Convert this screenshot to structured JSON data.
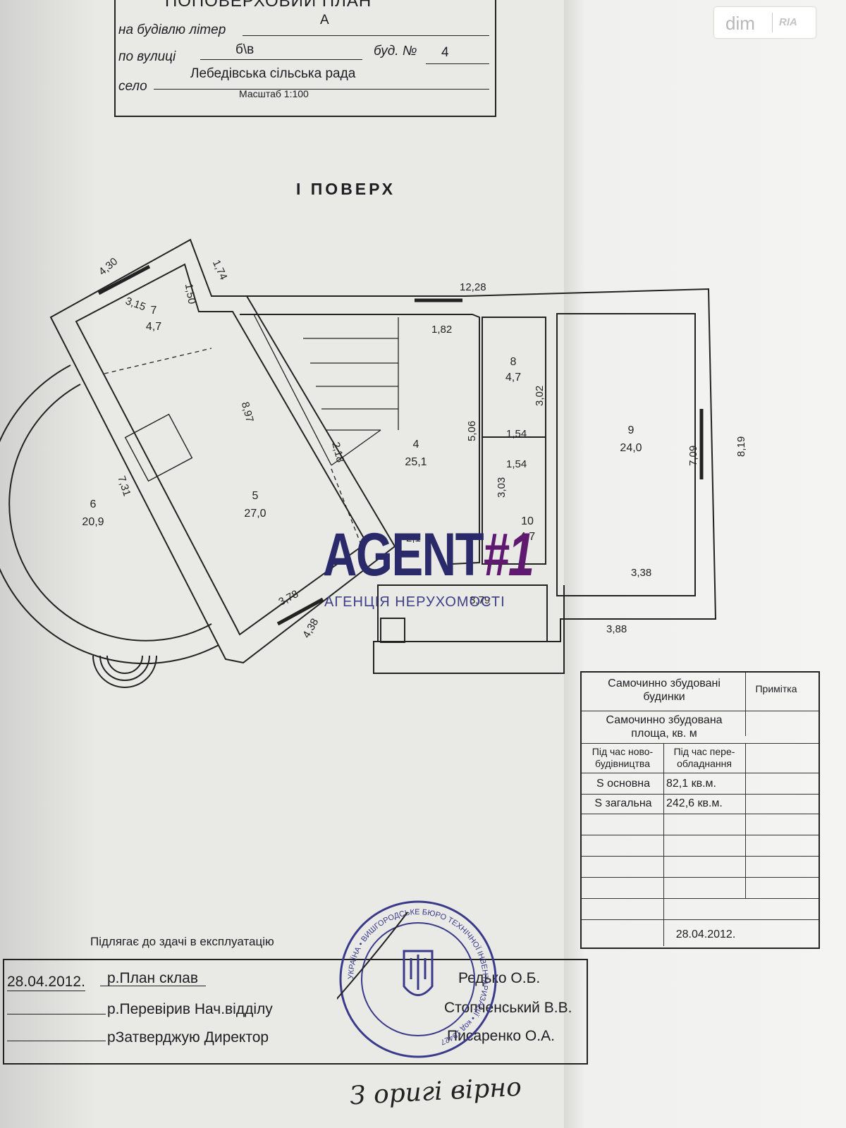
{
  "title_block": {
    "heading": "ПОПОВЕРХОВИЙ ПЛАН",
    "building_label": "на будівлю літер",
    "building_value": "А",
    "street_label": "по вулиці",
    "street_value": "б\\в",
    "house_label": "буд. №",
    "house_value": "4",
    "village_label": "село",
    "village_value": "Лебедівська сільська рада",
    "scale": "Масштаб 1:100"
  },
  "floor_title": "І ПОВЕРХ",
  "logo": {
    "dim": "dim",
    "ria": "RIA"
  },
  "rooms": [
    {
      "num": "4",
      "area": "25,1"
    },
    {
      "num": "5",
      "area": "27,0"
    },
    {
      "num": "6",
      "area": "20,9"
    },
    {
      "num": "7",
      "area": "4,7"
    },
    {
      "num": "8",
      "area": "4,7"
    },
    {
      "num": "9",
      "area": "24,0"
    },
    {
      "num": "10",
      "area": "4,7"
    }
  ],
  "dimensions": [
    "4,30",
    "1,74",
    "3,15",
    "1,50",
    "12,28",
    "1,82",
    "8,97",
    "7,31",
    "5,06",
    "3,02",
    "1,54",
    "1,54",
    "3,03",
    "7,09",
    "8,19",
    "3,38",
    "3,88",
    "3,78",
    "4,38",
    "3,79",
    "2,18",
    "2,1"
  ],
  "watermark": {
    "main": "AGENT",
    "hash": "#1",
    "sub": "АГЕНЦІЯ НЕРУХОМОСТІ"
  },
  "summary": {
    "header": "Самочинно збудовані будинки",
    "note_header": "Примітка",
    "area_header": "Самочинно збудована площа, кв. м",
    "col_new": "Під час ново-будівництва",
    "col_re": "Під час пере-обладнання",
    "rows": [
      {
        "label": "S основна",
        "value": "82,1 кв.м."
      },
      {
        "label": "S загальна",
        "value": "242,6 кв.м."
      }
    ],
    "date": "28.04.2012."
  },
  "signatures": {
    "note": "Підлягає до здачі в експлуатацію",
    "date": "28.04.2012.",
    "rows": [
      {
        "role": "р.План склав",
        "name": "Редько О.Б."
      },
      {
        "role": "р.Перевірив Нач.відділу",
        "name": "Стопченський В.В."
      },
      {
        "role": "рЗатверджую  Директор",
        "name": "Писаренко О.А."
      }
    ],
    "handwritten": "З оригі вірно",
    "stamp_text": "УКРАЇНА • ВИШГОРОДСЬКЕ БЮРО ТЕХНІЧНОЇ ІНВЕНТАРИЗАЦІЇ • код 19427"
  }
}
